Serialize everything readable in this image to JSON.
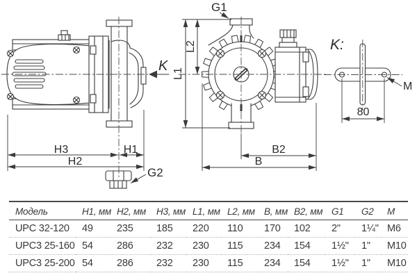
{
  "colors": {
    "line": "#3a3a3e",
    "text": "#2c2c30",
    "table_divider": "#b4b4b9"
  },
  "drawing": {
    "side_view": {
      "labels": {
        "k_arrow": "K",
        "h3": "H3",
        "h1": "H1",
        "h2": "H2",
        "g2": "G2"
      }
    },
    "front_view": {
      "labels": {
        "g1": "G1",
        "l1": "L1",
        "l2": "L2",
        "b2": "B2",
        "b": "B"
      }
    },
    "k_view": {
      "labels": {
        "title": "K:",
        "m": "M",
        "span": "80"
      }
    }
  },
  "table": {
    "columns": [
      "Модель",
      "H1, мм",
      "H2, мм",
      "H3, мм",
      "L1, мм",
      "L2, мм",
      "B, мм",
      "B2, мм",
      "G1",
      "G2",
      "M"
    ],
    "rows": [
      [
        "UPC 32-120",
        "49",
        "235",
        "185",
        "220",
        "110",
        "170",
        "102",
        "2\"",
        "1¼\"",
        "M6"
      ],
      [
        "UPC3 25-160",
        "54",
        "286",
        "232",
        "230",
        "115",
        "234",
        "154",
        "1½\"",
        "1\"",
        "M10"
      ],
      [
        "UPC3 25-200",
        "54",
        "286",
        "232",
        "230",
        "115",
        "234",
        "154",
        "1½\"",
        "1\"",
        "M10"
      ]
    ]
  }
}
